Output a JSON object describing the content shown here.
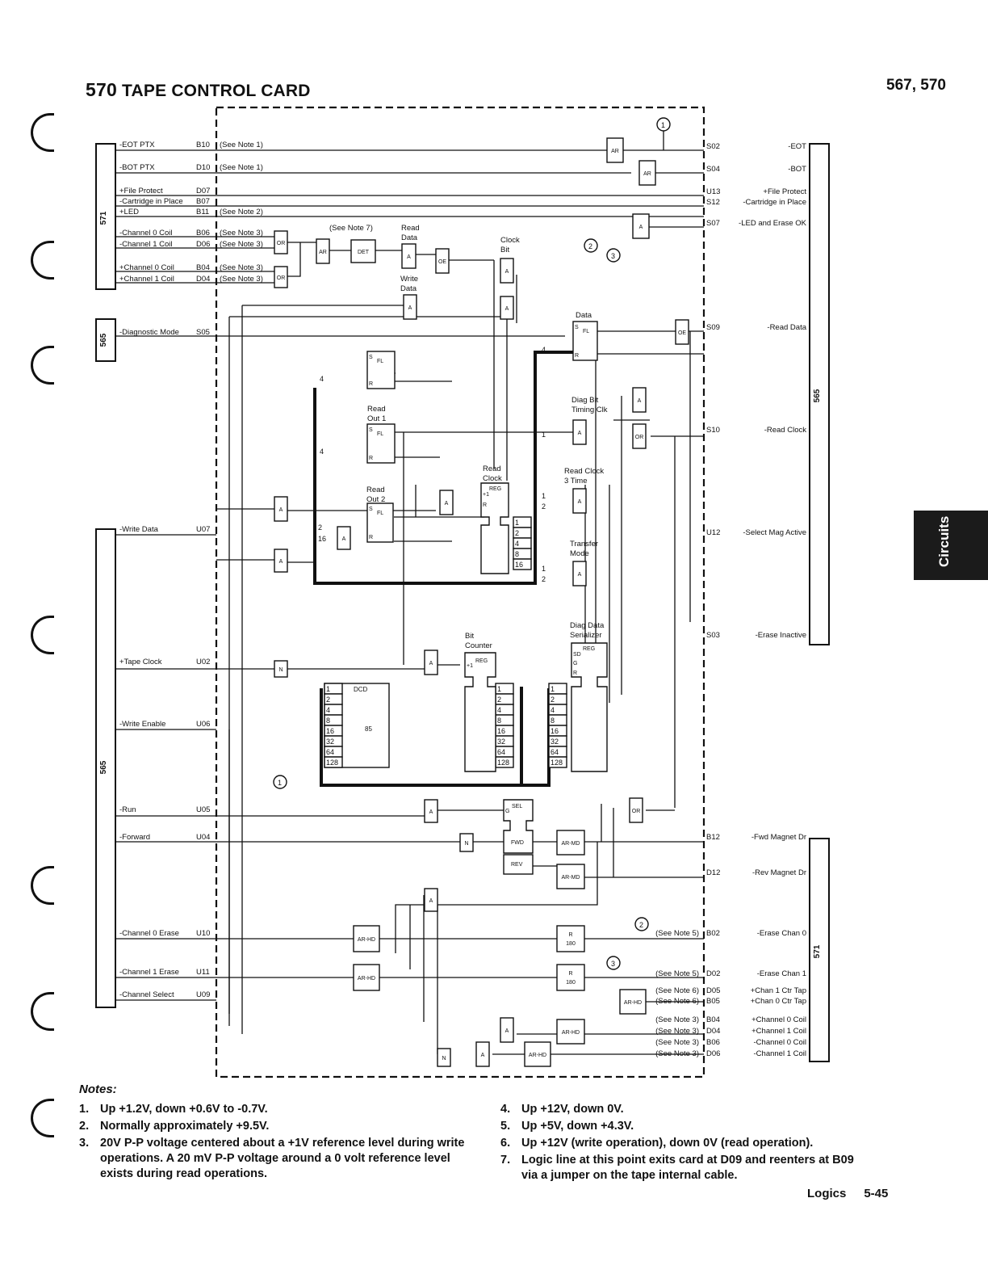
{
  "header": {
    "title_num": "570",
    "title_text": "TAPE CONTROL CARD",
    "page_ref": "567, 570"
  },
  "side_tab": {
    "label": "Circuits"
  },
  "connectors": {
    "left_top": "571",
    "left_diag": "565",
    "left_bottom": "565",
    "right_top": "565",
    "right_bottom": "571"
  },
  "left_pins": [
    {
      "signal": "-EOT PTX",
      "pin": "B10",
      "note": "(See Note 1)"
    },
    {
      "signal": "-BOT PTX",
      "pin": "D10",
      "note": "(See Note 1)"
    },
    {
      "signal": "+File Protect",
      "pin": "D07",
      "note": ""
    },
    {
      "signal": "-Cartridge in Place",
      "pin": "B07",
      "note": ""
    },
    {
      "signal": "+LED",
      "pin": "B11",
      "note": "(See Note 2)"
    },
    {
      "signal": "-Channel 0 Coil",
      "pin": "B06",
      "note": "(See Note 3)"
    },
    {
      "signal": "-Channel 1 Coil",
      "pin": "D06",
      "note": "(See Note 3)"
    },
    {
      "signal": "+Channel 0 Coil",
      "pin": "B04",
      "note": "(See Note 3)"
    },
    {
      "signal": "+Channel 1 Coil",
      "pin": "D04",
      "note": "(See Note 3)"
    },
    {
      "signal": "-Diagnostic Mode",
      "pin": "S05",
      "note": ""
    },
    {
      "signal": "-Write Data",
      "pin": "U07",
      "note": ""
    },
    {
      "signal": "+Tape Clock",
      "pin": "U02",
      "note": ""
    },
    {
      "signal": "-Write Enable",
      "pin": "U06",
      "note": ""
    },
    {
      "signal": "-Run",
      "pin": "U05",
      "note": ""
    },
    {
      "signal": "-Forward",
      "pin": "U04",
      "note": ""
    },
    {
      "signal": "-Channel 0 Erase",
      "pin": "U10",
      "note": ""
    },
    {
      "signal": "-Channel 1 Erase",
      "pin": "U11",
      "note": ""
    },
    {
      "signal": "-Channel Select",
      "pin": "U09",
      "note": ""
    }
  ],
  "right_pins": [
    {
      "pin": "S02",
      "signal": "-EOT",
      "note": ""
    },
    {
      "pin": "S04",
      "signal": "-BOT",
      "note": ""
    },
    {
      "pin": "U13",
      "signal": "+File Protect",
      "note": ""
    },
    {
      "pin": "S12",
      "signal": "-Cartridge in Place",
      "note": ""
    },
    {
      "pin": "S07",
      "signal": "-LED and Erase OK",
      "note": ""
    },
    {
      "pin": "S09",
      "signal": "-Read Data",
      "note": ""
    },
    {
      "pin": "S10",
      "signal": "-Read Clock",
      "note": ""
    },
    {
      "pin": "U12",
      "signal": "-Select Mag Active",
      "note": ""
    },
    {
      "pin": "S03",
      "signal": "-Erase Inactive",
      "note": ""
    },
    {
      "pin": "B12",
      "signal": "-Fwd Magnet Dr",
      "note": ""
    },
    {
      "pin": "D12",
      "signal": "-Rev Magnet Dr",
      "note": ""
    },
    {
      "pin": "B02",
      "signal": "-Erase Chan 0",
      "note": "(See Note 5)"
    },
    {
      "pin": "D02",
      "signal": "-Erase Chan 1",
      "note": "(See Note 5)"
    },
    {
      "pin": "D05",
      "signal": "+Chan 1 Ctr Tap",
      "note": "(See Note 6)"
    },
    {
      "pin": "B05",
      "signal": "+Chan 0 Ctr Tap",
      "note": "(See Note 6)"
    },
    {
      "pin": "B04",
      "signal": "+Channel 0 Coil",
      "note": "(See Note 3)"
    },
    {
      "pin": "D04",
      "signal": "+Channel 1 Coil",
      "note": "(See Note 3)"
    },
    {
      "pin": "B06",
      "signal": "-Channel 0 Coil",
      "note": "(See Note 3)"
    },
    {
      "pin": "D06",
      "signal": "-Channel 1 Coil",
      "note": "(See Note 3)"
    }
  ],
  "block_labels": {
    "see_note_7": "(See Note 7)",
    "read_data": "Read\nData",
    "write_data": "Write\nData",
    "clock_bit": "Clock\nBit",
    "data": "Data",
    "read_out_1": "Read\nOut 1",
    "read_out_2": "Read\nOut 2",
    "read_clock": "Read\nClock",
    "diag_bit_timing": "Diag Bit\nTiming Clk",
    "read_clock_3": "Read Clock\n3 Time",
    "transfer_mode": "Transfer\nMode",
    "bit_counter": "Bit\nCounter",
    "diag_data_serializer": "Diag Data\nSerializer"
  },
  "gate_labels": {
    "ar": "AR",
    "det": "DET",
    "a": "A",
    "or": "OR",
    "oe": "OE",
    "fl": "FL",
    "reg": "REG",
    "n": "N",
    "dcd": "DCD",
    "sel": "SEL",
    "fwd": "FWD",
    "rev": "REV",
    "ar_md": "AR-MD",
    "ar_hd": "AR-HD",
    "r": "R",
    "r180": "180",
    "s": "S",
    "g": "G",
    "sd": "SD",
    "plus1": "+1",
    "out85": "85"
  },
  "bit_weights": [
    "1",
    "2",
    "4",
    "8",
    "16",
    "32",
    "64",
    "128"
  ],
  "reg_weights": [
    "1",
    "2",
    "4",
    "8",
    "16"
  ],
  "misc_numbers": [
    "1",
    "2",
    "3",
    "4"
  ],
  "notes_header": "Notes:",
  "notes": [
    {
      "k": "1.",
      "text": "Up +1.2V, down +0.6V to -0.7V."
    },
    {
      "k": "2.",
      "text": "Normally approximately +9.5V."
    },
    {
      "k": "3.",
      "text": "20V P-P voltage centered about a +1V reference level during write operations.  A 20 mV P-P voltage around a 0 volt reference level exists during read operations."
    },
    {
      "k": "4.",
      "text": "Up +12V, down 0V."
    },
    {
      "k": "5.",
      "text": "Up +5V, down +4.3V."
    },
    {
      "k": "6.",
      "text": "Up +12V (write operation), down 0V (read operation)."
    },
    {
      "k": "7.",
      "text": "Logic line at this point exits card at D09 and reenters at B09 via a jumper on the tape internal cable."
    }
  ],
  "footer": {
    "section": "Logics",
    "page": "5-45"
  }
}
